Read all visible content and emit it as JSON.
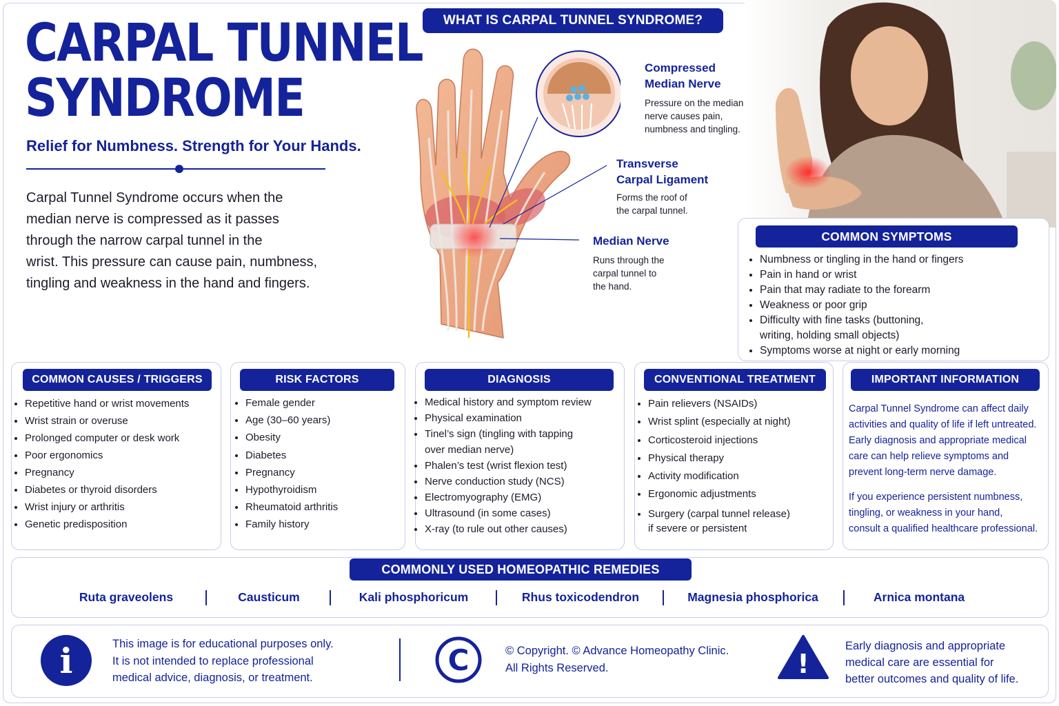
{
  "header": {
    "title_line1": "CARPAL TUNNEL",
    "title_line2": "SYNDROME",
    "subtitle": "Relief for Numbness. Strength for Your Hands.",
    "intro_lines": [
      "Carpal Tunnel Syndrome occurs when the",
      "median nerve is compressed as it passes",
      "through the narrow carpal tunnel in the",
      "wrist. This pressure can cause pain, numbness,",
      "tingling and weakness in the hand and fingers."
    ]
  },
  "diagram": {
    "heading": "WHAT IS CARPAL TUNNEL SYNDROME?",
    "labels": [
      {
        "title": [
          "Compressed",
          "Median Nerve"
        ],
        "desc": [
          "Pressure on the median",
          "nerve causes pain,",
          "numbness and tingling."
        ]
      },
      {
        "title": [
          "Transverse",
          "Carpal Ligament"
        ],
        "desc": [
          "Forms the roof of",
          "the carpal tunnel."
        ]
      },
      {
        "title": [
          "Median Nerve"
        ],
        "desc": [
          "Runs through the",
          "carpal tunnel to",
          "the hand."
        ]
      }
    ]
  },
  "symptoms": {
    "heading": "COMMON SYMPTOMS",
    "items": [
      "Numbness or tingling in the hand or fingers",
      "Pain in hand or wrist",
      "Pain that may radiate to the forearm",
      "Weakness or poor grip",
      [
        "Difficulty with fine tasks (buttoning,",
        "writing, holding small objects)"
      ],
      "Symptoms worse at night or early morning"
    ]
  },
  "causes": {
    "heading": "COMMON CAUSES / TRIGGERS",
    "items": [
      "Repetitive hand or wrist movements",
      "Wrist strain or overuse",
      "Prolonged computer or desk work",
      "Poor ergonomics",
      "Pregnancy",
      "Diabetes or thyroid disorders",
      "Wrist injury or arthritis",
      "Genetic predisposition"
    ]
  },
  "risk": {
    "heading": "RISK FACTORS",
    "items": [
      "Female gender",
      "Age (30–60 years)",
      "Obesity",
      "Diabetes",
      "Pregnancy",
      "Hypothyroidism",
      "Rheumatoid arthritis",
      "Family history"
    ]
  },
  "diagnosis": {
    "heading": "DIAGNOSIS",
    "items": [
      "Medical history and symptom review",
      "Physical examination",
      [
        "Tinel’s sign (tingling with tapping",
        "over median nerve)"
      ],
      "Phalen’s test (wrist flexion test)",
      "Nerve conduction study (NCS)",
      "Electromyography (EMG)",
      "Ultrasound (in some cases)",
      "X-ray (to rule out other causes)"
    ]
  },
  "treatment": {
    "heading": "CONVENTIONAL TREATMENT",
    "items": [
      "Pain relievers (NSAIDs)",
      "Wrist splint (especially at night)",
      "Corticosteroid injections",
      "Physical therapy",
      "Activity modification",
      "Ergonomic adjustments",
      [
        "Surgery (carpal tunnel release)",
        "if severe or persistent"
      ]
    ]
  },
  "important": {
    "heading": "IMPORTANT INFORMATION",
    "para1": [
      "Carpal Tunnel Syndrome can affect daily",
      "activities and quality of life if left untreated.",
      "Early diagnosis and appropriate medical",
      "care can help relieve symptoms and",
      "prevent long-term nerve damage."
    ],
    "para2": [
      "If you experience persistent numbness,",
      "tingling, or weakness in your hand,",
      "consult a qualified healthcare professional."
    ]
  },
  "remedies": {
    "heading": "COMMONLY USED HOMEOPATHIC REMEDIES",
    "items": [
      "Ruta graveolens",
      "Causticum",
      "Kali phosphoricum",
      "Rhus toxicodendron",
      "Magnesia phosphorica",
      "Arnica montana"
    ]
  },
  "footer": {
    "disclaimer": [
      "This image is for educational purposes only.",
      "It is not intended to replace professional",
      "medical advice, diagnosis, or treatment."
    ],
    "info_icon_glyph": "i",
    "copyright_icon_glyph": "C",
    "copyright": [
      "© Copyright.  © Advance Homeopathy Clinic.",
      "All Rights Reserved."
    ],
    "warning_icon_glyph": "!",
    "note": [
      "Early diagnosis and appropriate",
      "medical care are essential for",
      "better outcomes and quality of life."
    ]
  },
  "colors": {
    "accent": "#14239a",
    "border": "#c9cde8",
    "inflammation": "#e8303a"
  },
  "icons": {
    "info": "info-icon",
    "copyright": "copyright-icon",
    "warning": "warning-icon"
  }
}
